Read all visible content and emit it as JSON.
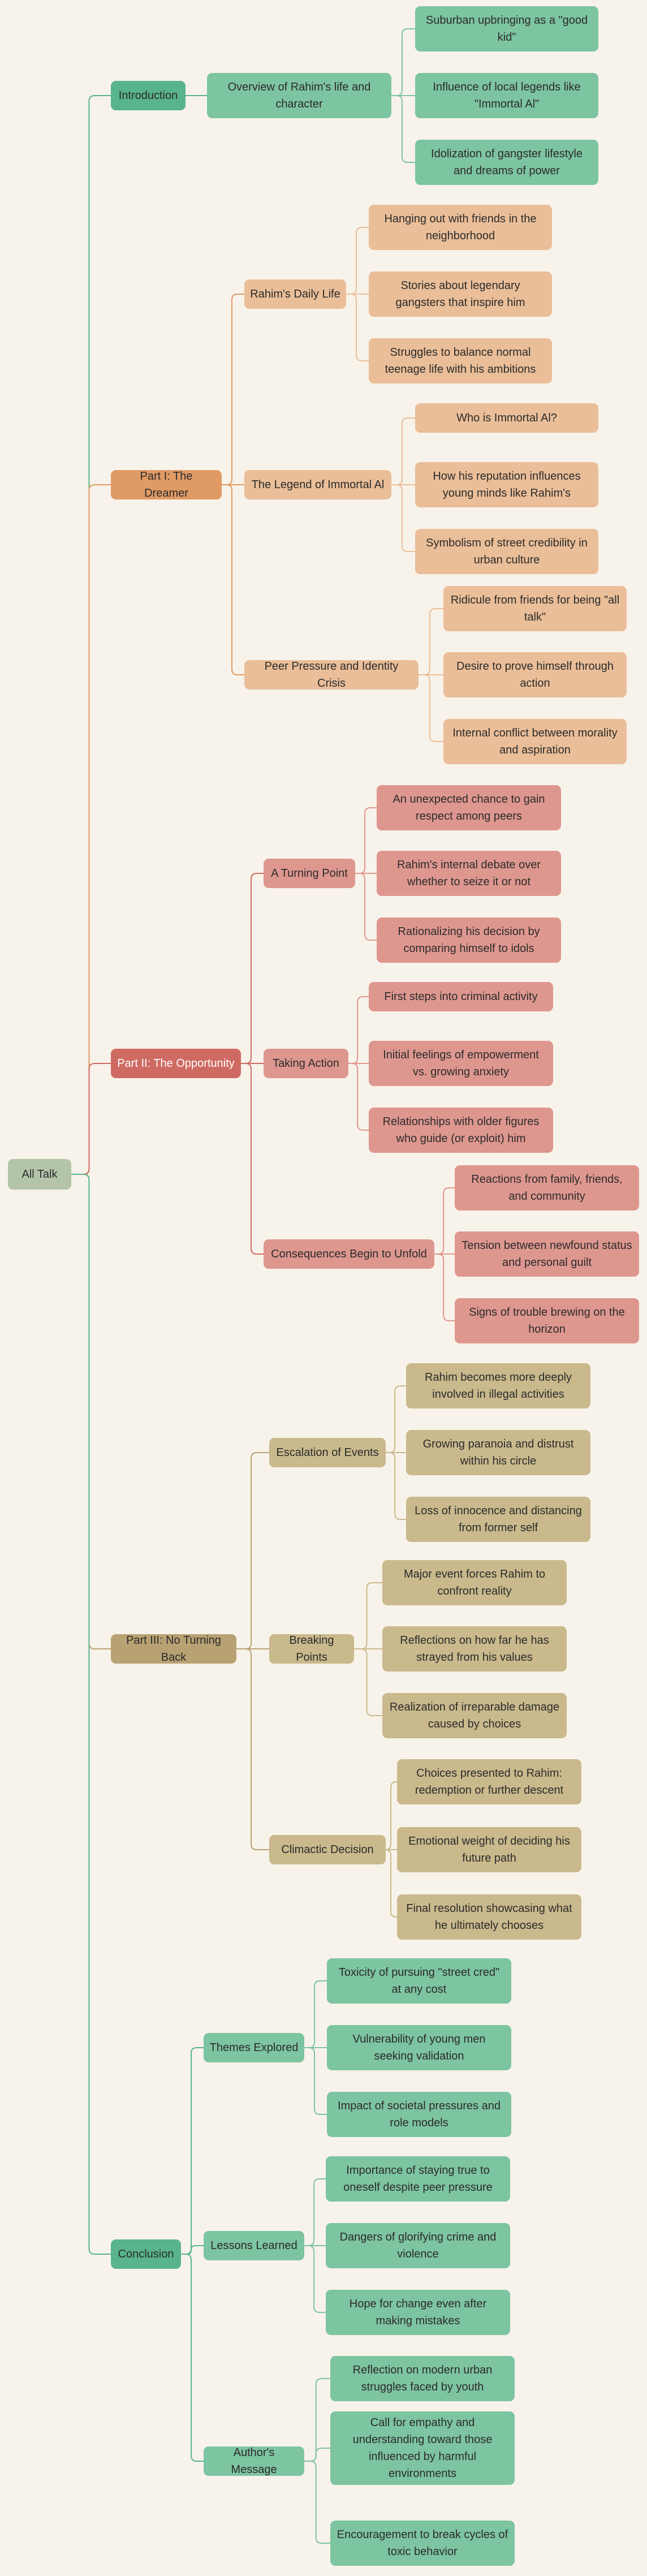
{
  "root": {
    "label": "All Talk"
  },
  "colors": {
    "background": "#f8f3ea",
    "root": "#b3c4a8",
    "intro": "#58b48a",
    "intro_light": "#7dc4a1",
    "p1": "#e09a63",
    "p1_light": "#eabe98",
    "p2": "#cf6a62",
    "p2_light": "#de978f",
    "p3": "#b8a273",
    "p3_light": "#c9b98c",
    "concl": "#58b48a",
    "concl_light": "#7dc4a1"
  },
  "sections": [
    {
      "id": "introduction",
      "label": "Introduction",
      "color": "intro",
      "children": [
        {
          "id": "overview",
          "label": "Overview of Rahim's life and character",
          "children": [
            "Suburban upbringing as a \"good kid\"",
            "Influence of local legends like \"Immortal Al\"",
            "Idolization of gangster lifestyle and dreams of power"
          ]
        }
      ]
    },
    {
      "id": "part1",
      "label": "Part I: The Dreamer",
      "color": "p1",
      "children": [
        {
          "id": "daily-life",
          "label": "Rahim's Daily Life",
          "children": [
            "Hanging out with friends in the neighborhood",
            "Stories about legendary gangsters that inspire him",
            "Struggles to balance normal teenage life with his ambitions"
          ]
        },
        {
          "id": "legend",
          "label": "The Legend of Immortal Al",
          "children": [
            "Who is Immortal Al?",
            "How his reputation influences young minds like Rahim's",
            "Symbolism of street credibility in urban culture"
          ]
        },
        {
          "id": "peer-pressure",
          "label": "Peer Pressure and Identity Crisis",
          "children": [
            "Ridicule from friends for being \"all talk\"",
            "Desire to prove himself through action",
            "Internal conflict between morality and aspiration"
          ]
        }
      ]
    },
    {
      "id": "part2",
      "label": "Part II: The Opportunity",
      "color": "p2",
      "children": [
        {
          "id": "turning-point",
          "label": "A Turning Point",
          "children": [
            "An unexpected chance to gain respect among peers",
            "Rahim's internal debate over whether to seize it or not",
            "Rationalizing his decision by comparing himself to idols"
          ]
        },
        {
          "id": "taking-action",
          "label": "Taking Action",
          "children": [
            "First steps into criminal activity",
            "Initial feelings of empowerment vs. growing anxiety",
            "Relationships with older figures who guide (or exploit) him"
          ]
        },
        {
          "id": "consequences",
          "label": "Consequences Begin to Unfold",
          "children": [
            "Reactions from family, friends, and community",
            "Tension between newfound status and personal guilt",
            "Signs of trouble brewing on the horizon"
          ]
        }
      ]
    },
    {
      "id": "part3",
      "label": "Part III: No Turning Back",
      "color": "p3",
      "children": [
        {
          "id": "escalation",
          "label": "Escalation of Events",
          "children": [
            "Rahim becomes more deeply involved in illegal activities",
            "Growing paranoia and distrust within his circle",
            "Loss of innocence and distancing from former self"
          ]
        },
        {
          "id": "breaking-points",
          "label": "Breaking Points",
          "children": [
            "Major event forces Rahim to confront reality",
            "Reflections on how far he has strayed from his values",
            "Realization of irreparable damage caused by choices"
          ]
        },
        {
          "id": "climactic",
          "label": "Climactic Decision",
          "children": [
            "Choices presented to Rahim: redemption or further descent",
            "Emotional weight of deciding his future path",
            "Final resolution showcasing what he ultimately chooses"
          ]
        }
      ]
    },
    {
      "id": "conclusion",
      "label": "Conclusion",
      "color": "concl",
      "children": [
        {
          "id": "themes",
          "label": "Themes Explored",
          "children": [
            "Toxicity of pursuing \"street cred\" at any cost",
            "Vulnerability of young men seeking validation",
            "Impact of societal pressures and role models"
          ]
        },
        {
          "id": "lessons",
          "label": "Lessons Learned",
          "children": [
            "Importance of staying true to oneself despite peer pressure",
            "Dangers of glorifying crime and violence",
            "Hope for change even after making mistakes"
          ]
        },
        {
          "id": "message",
          "label": "Author's Message",
          "children": [
            "Reflection on modern urban struggles faced by youth",
            "Call for empathy and understanding toward those influenced by harmful environments",
            "Encouragement to break cycles of toxic behavior"
          ]
        }
      ]
    }
  ]
}
